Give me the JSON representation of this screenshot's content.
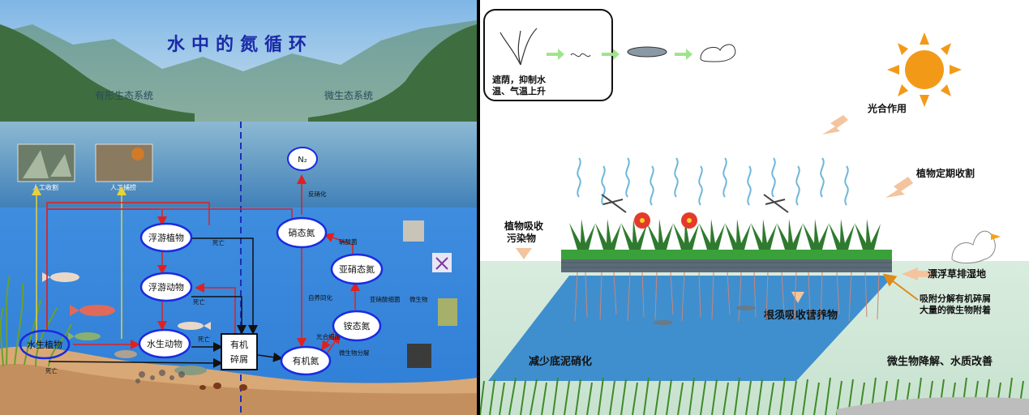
{
  "left": {
    "title": "水中的氮循环",
    "region_left": "有形生态系统",
    "region_right": "微生态系统",
    "photo1_label": "人工收割",
    "photo2_label": "人工捕捞",
    "nodes": {
      "n2": "N₂",
      "nitrate": "硝态氮",
      "nitrite": "亚硝态氮",
      "ammonium": "铵态氮",
      "organic_n": "有机氮",
      "phytoplankton": "浮游植物",
      "zooplankton": "浮游动物",
      "aquatic_animals": "水生动物",
      "aquatic_plants": "水生植物"
    },
    "detritus": [
      "有机",
      "碎屑"
    ],
    "edge_labels": {
      "denitrification": "反硝化",
      "nitrobacter": "硝酸菌",
      "autotrophic_assimilation": "自养同化",
      "nitrosomonas": "亚硝酸细菌",
      "microbes": "微生物",
      "photosynthetic_bacteria": "光合细菌",
      "microbial_decomposition": "微生物分解",
      "death": "死亡"
    }
  },
  "right": {
    "callout_text": [
      "遮荫，抑制水",
      "温、气温上升"
    ],
    "photosynthesis": "光合作用",
    "harvest": "植物定期收割",
    "plant_absorb": [
      "植物吸收",
      "污染物"
    ],
    "floating_wetland": "漂浮草排湿地",
    "microbe_attach": [
      "吸附分解有机碎屑",
      "大量的微生物附着"
    ],
    "root_absorb": "根须吸收营养物",
    "reduce_sediment": "减少底泥硝化",
    "water_improve": "微生物降解、水质改善"
  }
}
